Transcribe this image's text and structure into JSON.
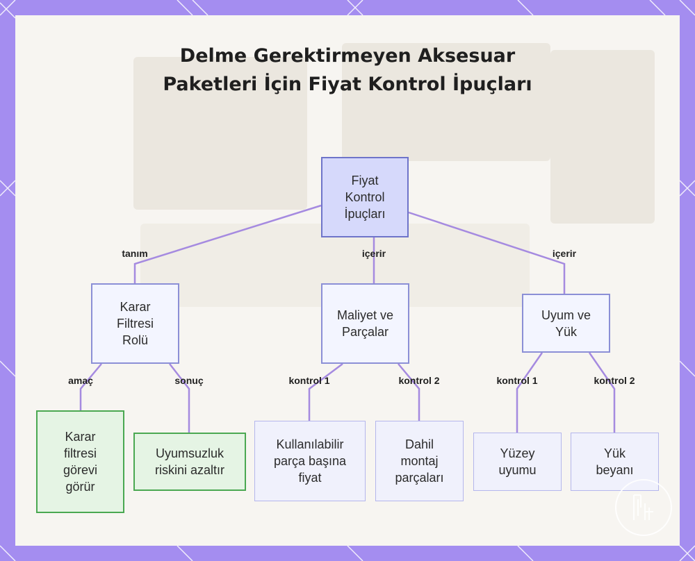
{
  "title": "Delme Gerektirmeyen Aksesuar Paketleri İçin Fiyat Kontrol İpuçları",
  "nodes": {
    "root": "Fiyat Kontrol İpuçları",
    "karar_filtresi": "Karar Filtresi Rolü",
    "maliyet": "Maliyet ve Parçalar",
    "uyum": "Uyum ve Yük",
    "karar_gorevi": "Karar filtresi görevi görür",
    "uyumsuzluk": "Uyumsuzluk riskini azaltır",
    "fiyat_parca": "Kullanılabilir parça başına fiyat",
    "montaj": "Dahil montaj parçaları",
    "yuzey": "Yüzey uyumu",
    "yuk": "Yük beyanı"
  },
  "edges": {
    "root_karar": "tanım",
    "root_maliyet": "içerir",
    "root_uyum": "içerir",
    "karar_amac": "amaç",
    "karar_sonuc": "sonuç",
    "maliyet_k1": "kontrol 1",
    "maliyet_k2": "kontrol 2",
    "uyum_k1": "kontrol 1",
    "uyum_k2": "kontrol 2"
  },
  "colors": {
    "frame": "#a48df0",
    "root_fill": "#d6d9fb",
    "node_border": "#8b8fd6",
    "green_fill": "#e5f4e4",
    "green_border": "#4aa851",
    "edge": "#a58ae0"
  },
  "icons": {
    "watermark": "logo-watermark-icon"
  }
}
